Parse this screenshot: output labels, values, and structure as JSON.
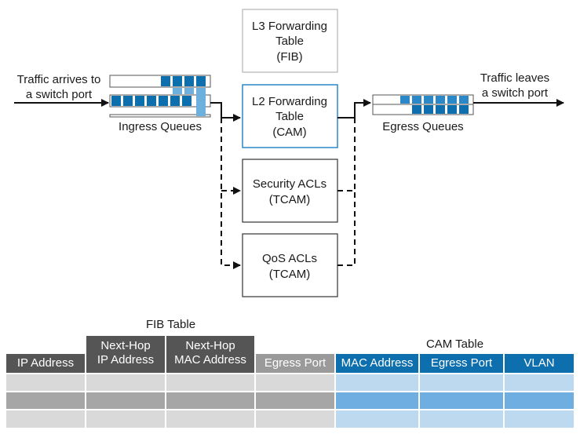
{
  "labels": {
    "traffic_in_1": "Traffic arrives to",
    "traffic_in_2": "a switch port",
    "traffic_out_1": "Traffic leaves",
    "traffic_out_2": "a switch port",
    "ingress": "Ingress Queues",
    "egress": "Egress Queues"
  },
  "boxes": {
    "l3": [
      "L3 Forwarding",
      "Table",
      "(FIB)"
    ],
    "l2": [
      "L2 Forwarding",
      "Table",
      "(CAM)"
    ],
    "security": [
      "Security ACLs",
      "(TCAM)"
    ],
    "qos": [
      "QoS ACLs",
      "(TCAM)"
    ]
  },
  "tables": {
    "fib_title": "FIB Table",
    "cam_title": "CAM Table",
    "fib_headers": [
      {
        "l1": "",
        "l2": "IP Address"
      },
      {
        "l1": "Next-Hop",
        "l2": "IP Address"
      },
      {
        "l1": "Next-Hop",
        "l2": "MAC Address"
      },
      {
        "l1": "",
        "l2": "Egress Port"
      }
    ],
    "cam_headers": [
      "MAC Address",
      "Egress Port",
      "VLAN"
    ]
  },
  "colors": {
    "blue_dark": "#0e6fae",
    "blue_mid": "#2a88c8",
    "blue_light": "#6eb0dd",
    "gray_dark": "#555555",
    "gray_header": "#9a9a9a",
    "row_light_gray": "#d9d9d9",
    "row_mid_gray": "#a6a6a6",
    "row_light_blue": "#bcd9ef",
    "row_mid_blue": "#6eaee0"
  }
}
